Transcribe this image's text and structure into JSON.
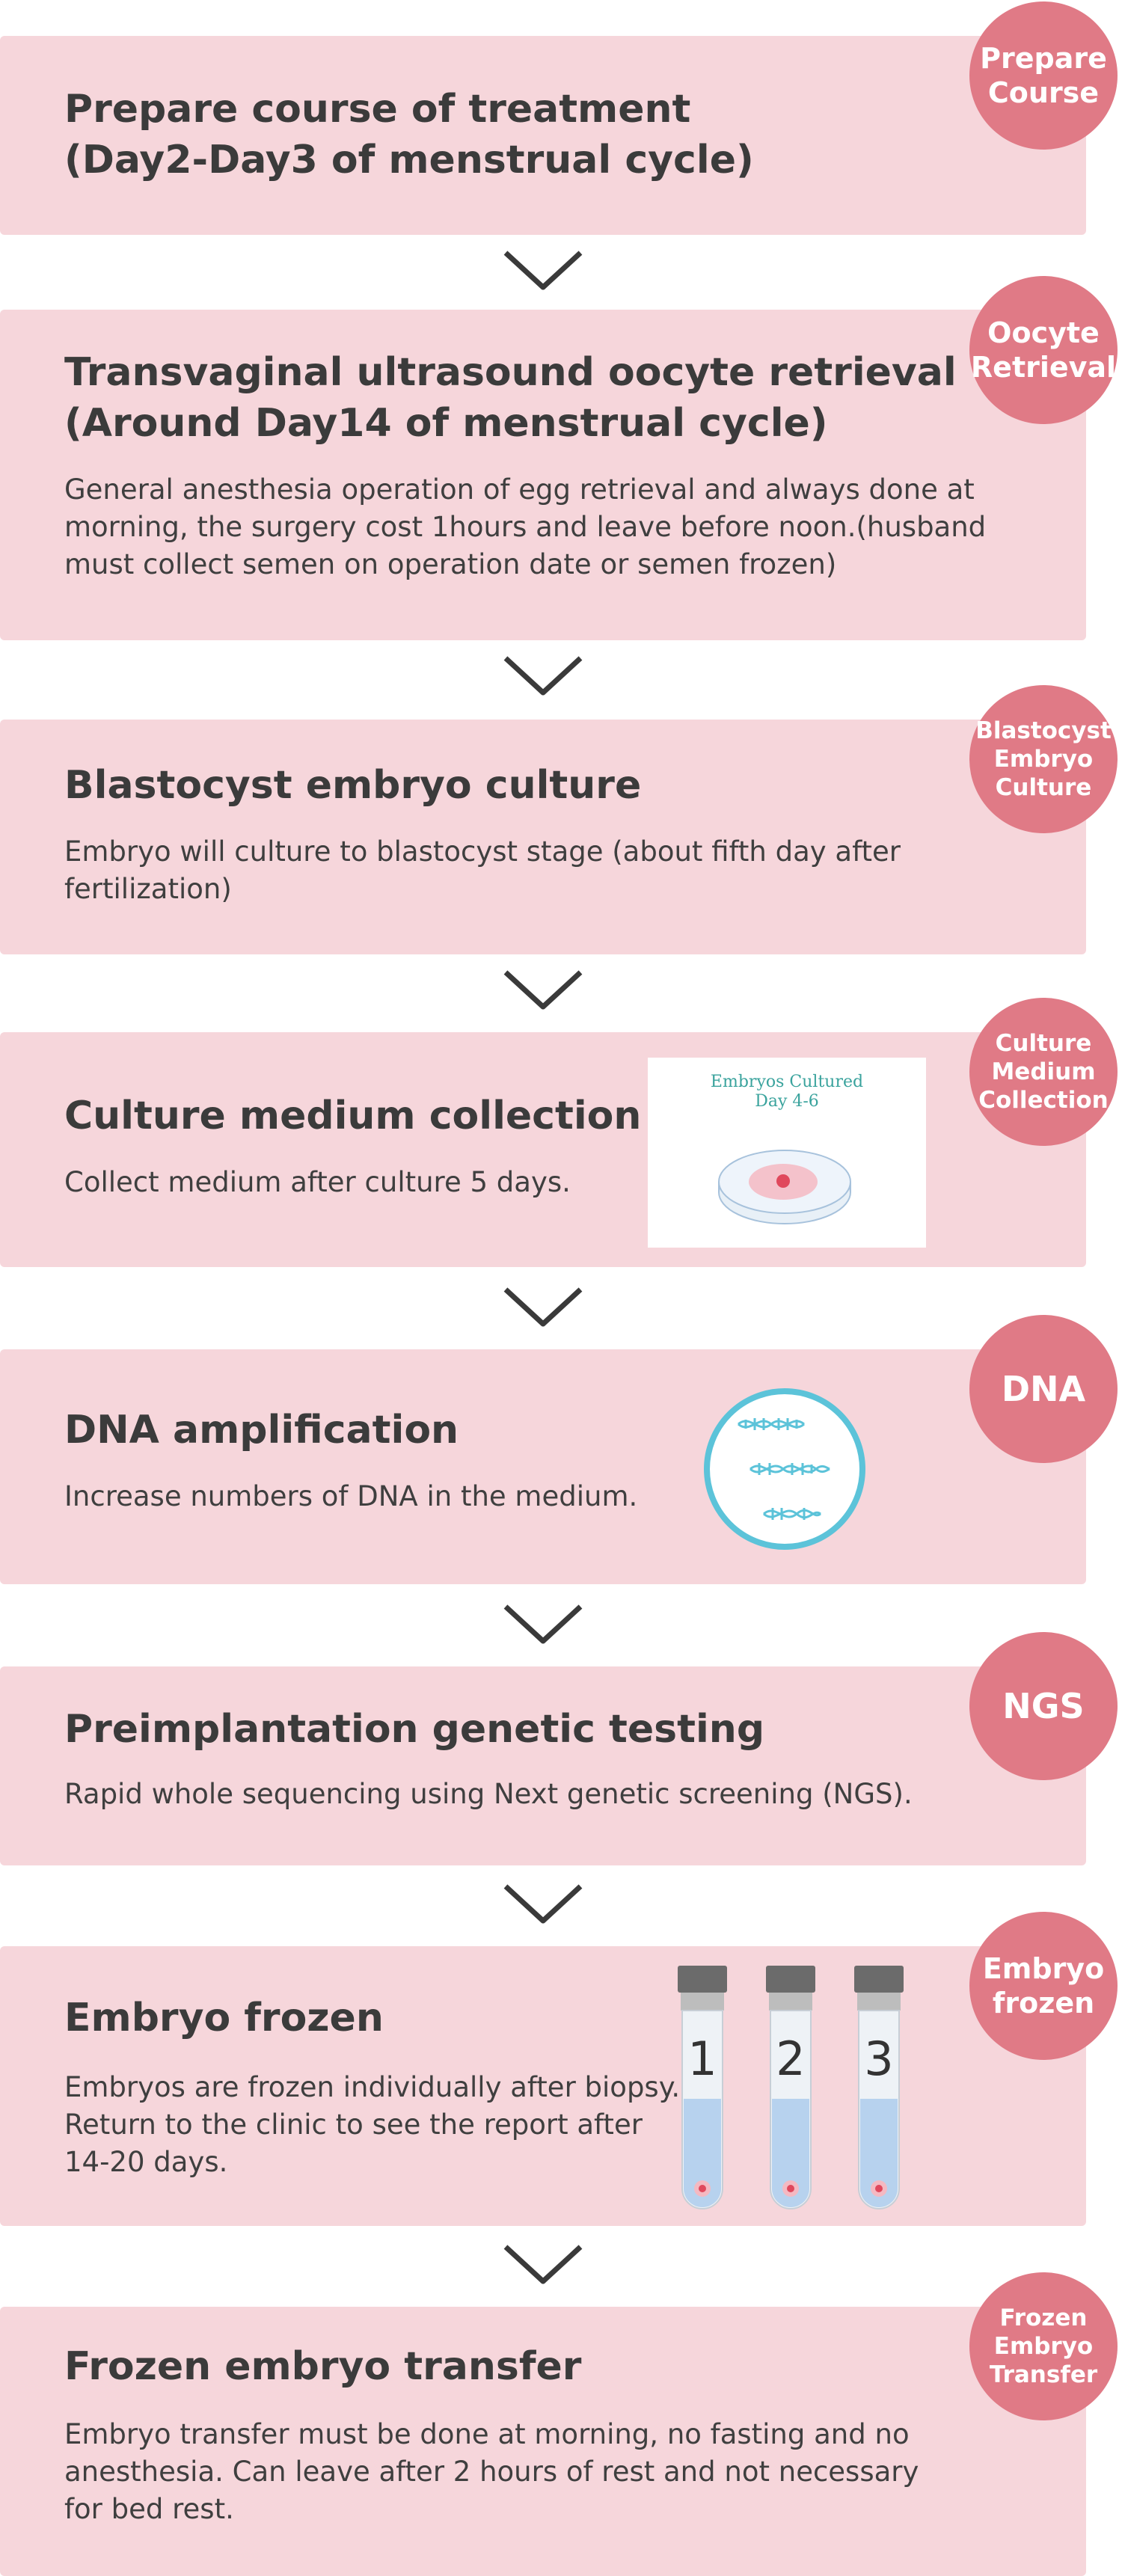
{
  "steps": [
    {
      "title": "Prepare course of treatment\n(Day2-Day3 of menstrual cycle)",
      "description": "",
      "badge": "Prepare\nCourse"
    },
    {
      "title": "Transvaginal ultrasound oocyte retrieval\n(Around Day14 of menstrual cycle)",
      "description": "General anesthesia operation of egg retrieval and always done at\nmorning, the surgery cost 1hours and leave before noon.(husband\nmust collect semen on operation date or semen frozen)",
      "badge": "Oocyte\nRetrieval"
    },
    {
      "title": "Blastocyst embryo culture",
      "description": "Embryo will culture to blastocyst stage (about fifth day after\nfertilization)",
      "badge": "Blastocyst\nEmbryo\nCulture"
    },
    {
      "title": "Culture medium collection",
      "description": "Collect medium after culture 5 days.",
      "badge": "Culture\nMedium\nCollection"
    },
    {
      "title": "DNA amplification",
      "description": "Increase numbers of DNA in the medium.",
      "badge": "DNA"
    },
    {
      "title": "Preimplantation genetic testing",
      "description": "Rapid whole sequencing using Next genetic screening (NGS).",
      "badge": "NGS"
    },
    {
      "title": "Embryo frozen",
      "description": "Embryos are frozen individually after biopsy.\nReturn to the clinic to see the report after\n14-20 days.",
      "badge": "Embryo\nfrozen"
    },
    {
      "title": "Frozen embryo transfer",
      "description": "Embryo transfer must be done at morning, no fasting and no\nanesthesia. Can leave after 2 hours of rest and not necessary\nfor bed rest.",
      "badge": "Frozen\nEmbryo\nTransfer"
    }
  ],
  "dish_image": {
    "label": "Embryos Cultured\nDay 4-6"
  },
  "tubes": [
    "1",
    "2",
    "3"
  ],
  "colors": {
    "card": "#f6d6db",
    "badge": "#e07a86",
    "arrow": "#3a3a3a",
    "dna_ring": "#5cc3d9",
    "teal_text": "#3aa39d"
  },
  "icons": [
    "chevron-down-icon",
    "petri-dish-icon",
    "dna-icon",
    "test-tube-icon"
  ]
}
